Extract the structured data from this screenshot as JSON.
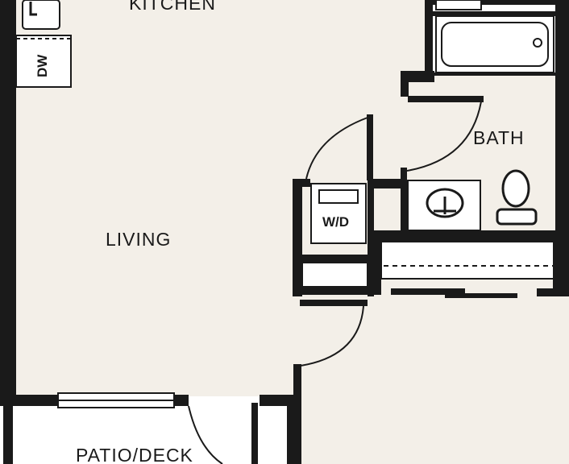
{
  "plan": {
    "colors": {
      "wall": "#1a1a1a",
      "floor": "#f3efe8",
      "background": "#ffffff"
    },
    "rooms": {
      "kitchen": "KITCHEN",
      "living": "LIVING",
      "bath": "BATH",
      "patio": "PATIO/DECK"
    },
    "fixtures": {
      "dishwasher": "DW",
      "washer_dryer": "W/D"
    }
  }
}
